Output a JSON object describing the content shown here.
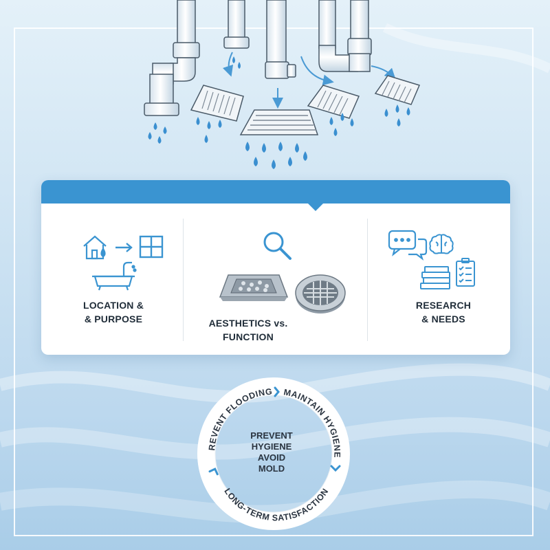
{
  "colors": {
    "accent": "#3a94d1",
    "water": "#3a8fd0",
    "pipe": "#e8eef3",
    "text": "#1f2c38"
  },
  "sections": [
    {
      "label_line1": "LOCATION &",
      "label_line2": "& PURPOSE",
      "icons": [
        "house-water-icon",
        "arrow-right-icon",
        "window-icon",
        "bathtub-icon"
      ]
    },
    {
      "label_line1": "AESTHETICS vs.",
      "label_line2": "FUNCTION",
      "icons": [
        "magnifier-icon",
        "square-tile-drain-icon",
        "round-metal-drain-icon"
      ]
    },
    {
      "label_line1": "RESEARCH",
      "label_line2": "& NEEDS",
      "icons": [
        "chat-bubbles-icon",
        "brain-icon",
        "books-icon",
        "checklist-icon"
      ]
    }
  ],
  "cycle": {
    "arc_top_left": "PREVENT FLOODING",
    "arc_top_right": "MAINTAIN HYGIENE",
    "arc_bottom": "LONG-TERM SATISFACTION",
    "center": [
      "PREVENT",
      "HYGIENE",
      "AVOID",
      "MOLD"
    ]
  }
}
